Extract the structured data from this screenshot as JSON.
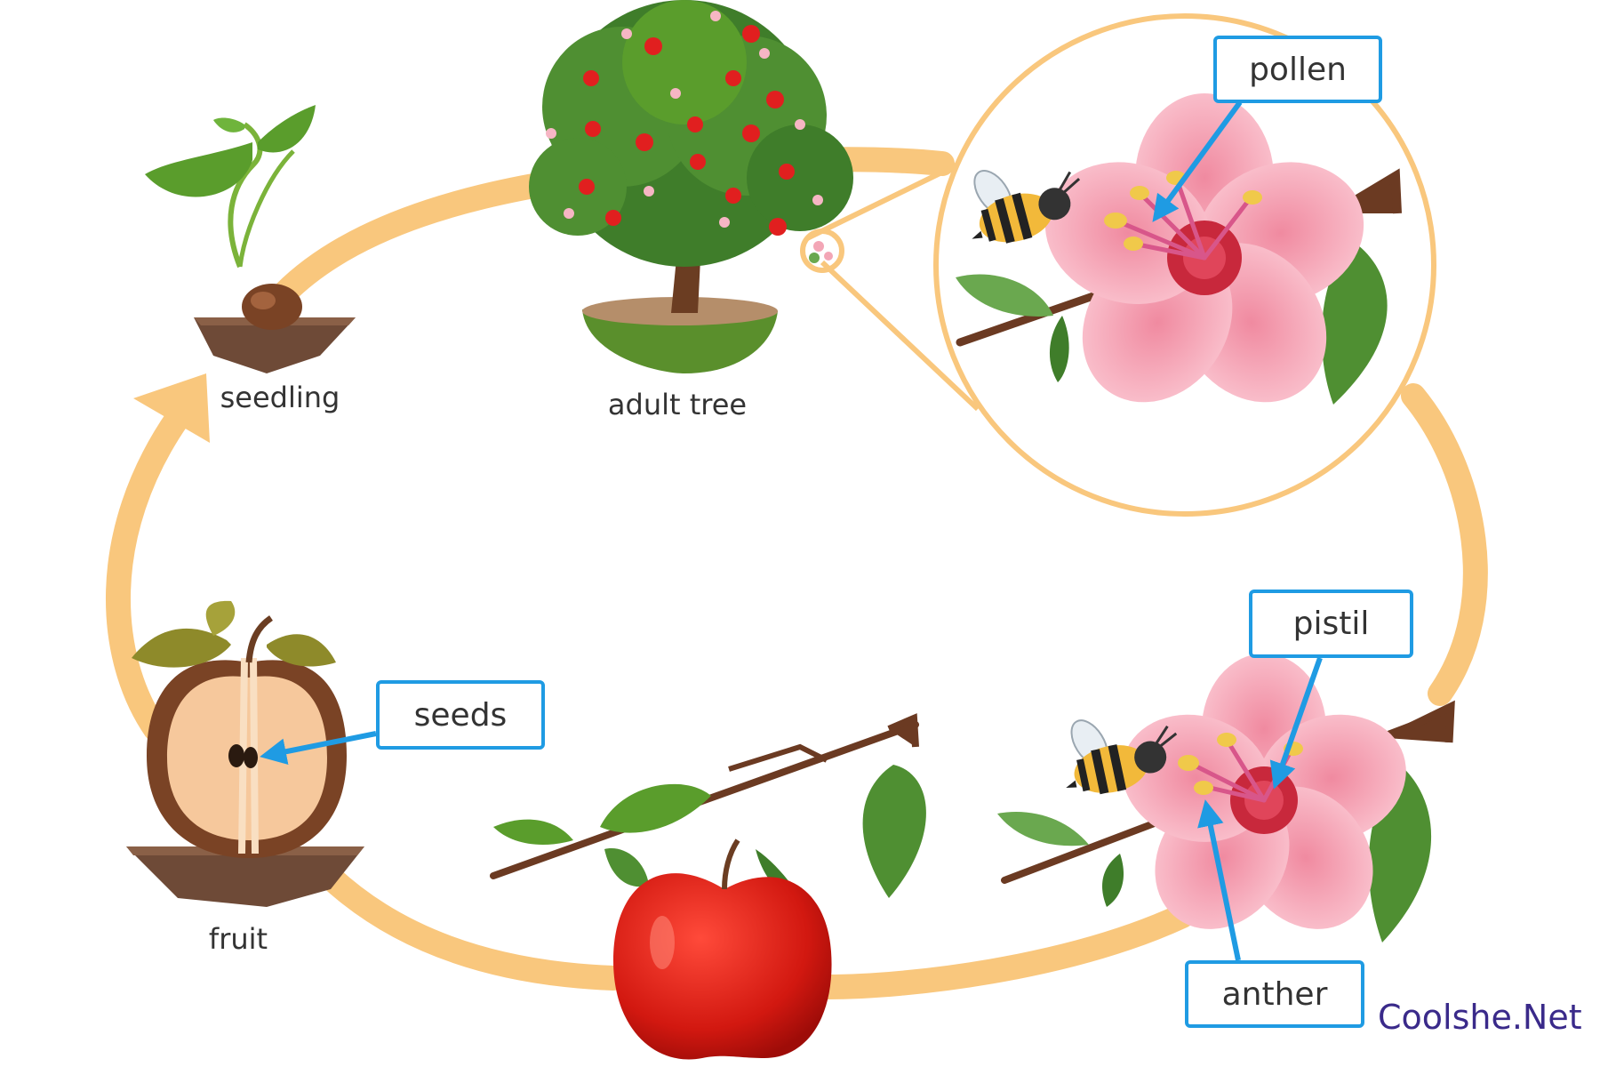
{
  "diagram": {
    "stages": {
      "seedling": "seedling",
      "adult_tree": "adult tree",
      "fruit": "fruit"
    },
    "callouts": {
      "pollen": "pollen",
      "pistil": "pistil",
      "anther": "anther",
      "seeds": "seeds"
    },
    "watermark": "Coolshe.Net",
    "colors": {
      "cycle_ring": "#f9c77d",
      "callout_border": "#1f9be3",
      "pointer": "#1f9be3",
      "label_text": "#333333",
      "watermark": "#3a2a8a"
    }
  }
}
